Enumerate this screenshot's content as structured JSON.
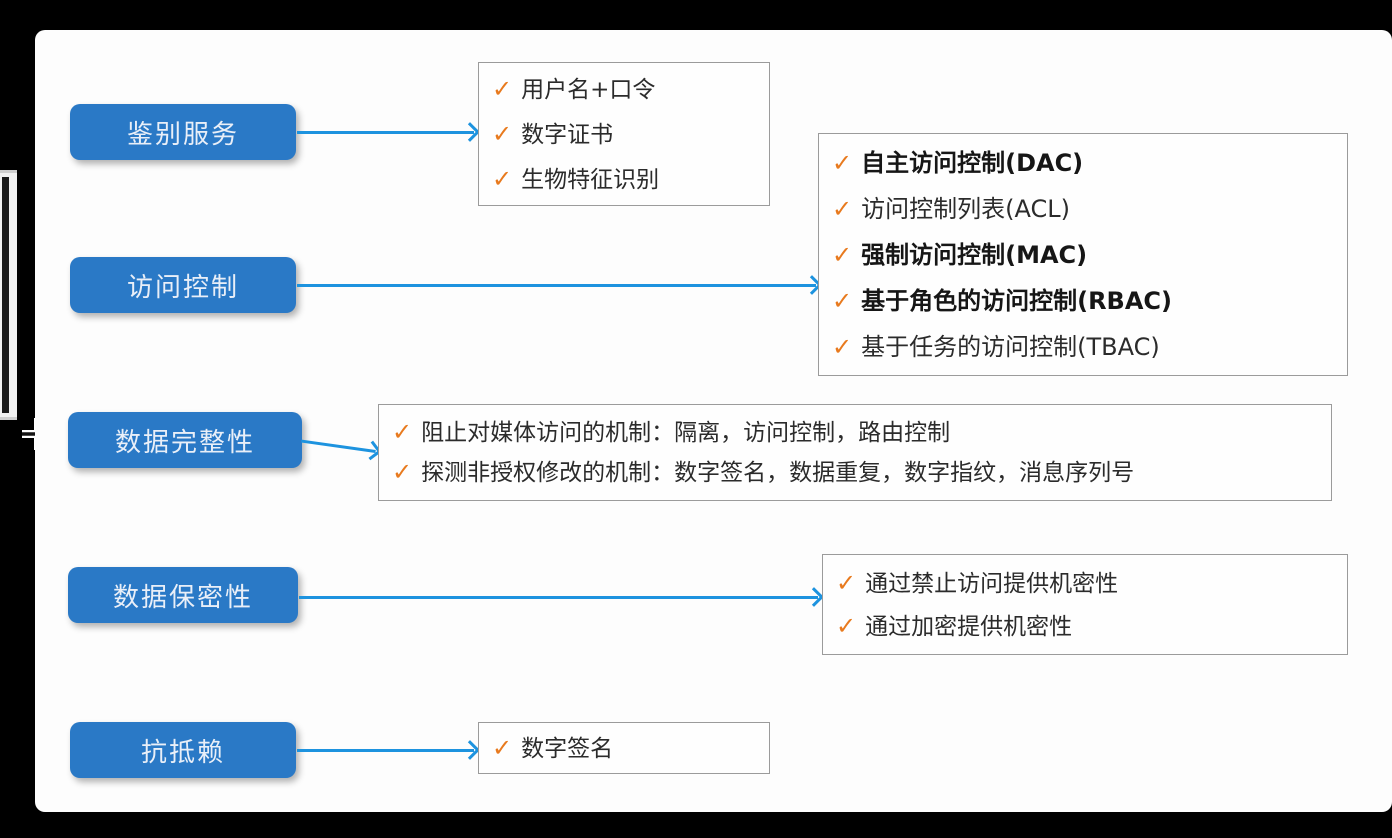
{
  "colors": {
    "background": "#000000",
    "panel": "#fdfdfd",
    "node_blue": "#2a79c6",
    "arrow_blue": "#1d93df",
    "check_orange": "#e87a1e",
    "box_border": "#9b9b9b",
    "text": "#2b2b2b"
  },
  "diagram": {
    "check_glyph": "✓",
    "rows": [
      {
        "label": "鉴别服务",
        "items": [
          {
            "text": "用户名+口令",
            "bold": false
          },
          {
            "text": "数字证书",
            "bold": false
          },
          {
            "text": "生物特征识别",
            "bold": false
          }
        ]
      },
      {
        "label": "访问控制",
        "items": [
          {
            "text": "自主访问控制(DAC)",
            "bold": true
          },
          {
            "text": "访问控制列表(ACL)",
            "bold": false
          },
          {
            "text": "强制访问控制(MAC)",
            "bold": true
          },
          {
            "text": "基于角色的访问控制(RBAC)",
            "bold": true
          },
          {
            "text": "基于任务的访问控制(TBAC)",
            "bold": false
          }
        ]
      },
      {
        "label": "数据完整性",
        "items": [
          {
            "text": "阻止对媒体访问的机制：隔离，访问控制，路由控制",
            "bold": false
          },
          {
            "text": "探测非授权修改的机制：数字签名，数据重复，数字指纹，消息序列号",
            "bold": false
          }
        ]
      },
      {
        "label": "数据保密性",
        "items": [
          {
            "text": "通过禁止访问提供机密性",
            "bold": false
          },
          {
            "text": "通过加密提供机密性",
            "bold": false
          }
        ]
      },
      {
        "label": "抗抵赖",
        "items": [
          {
            "text": "数字签名",
            "bold": false
          }
        ]
      }
    ]
  }
}
